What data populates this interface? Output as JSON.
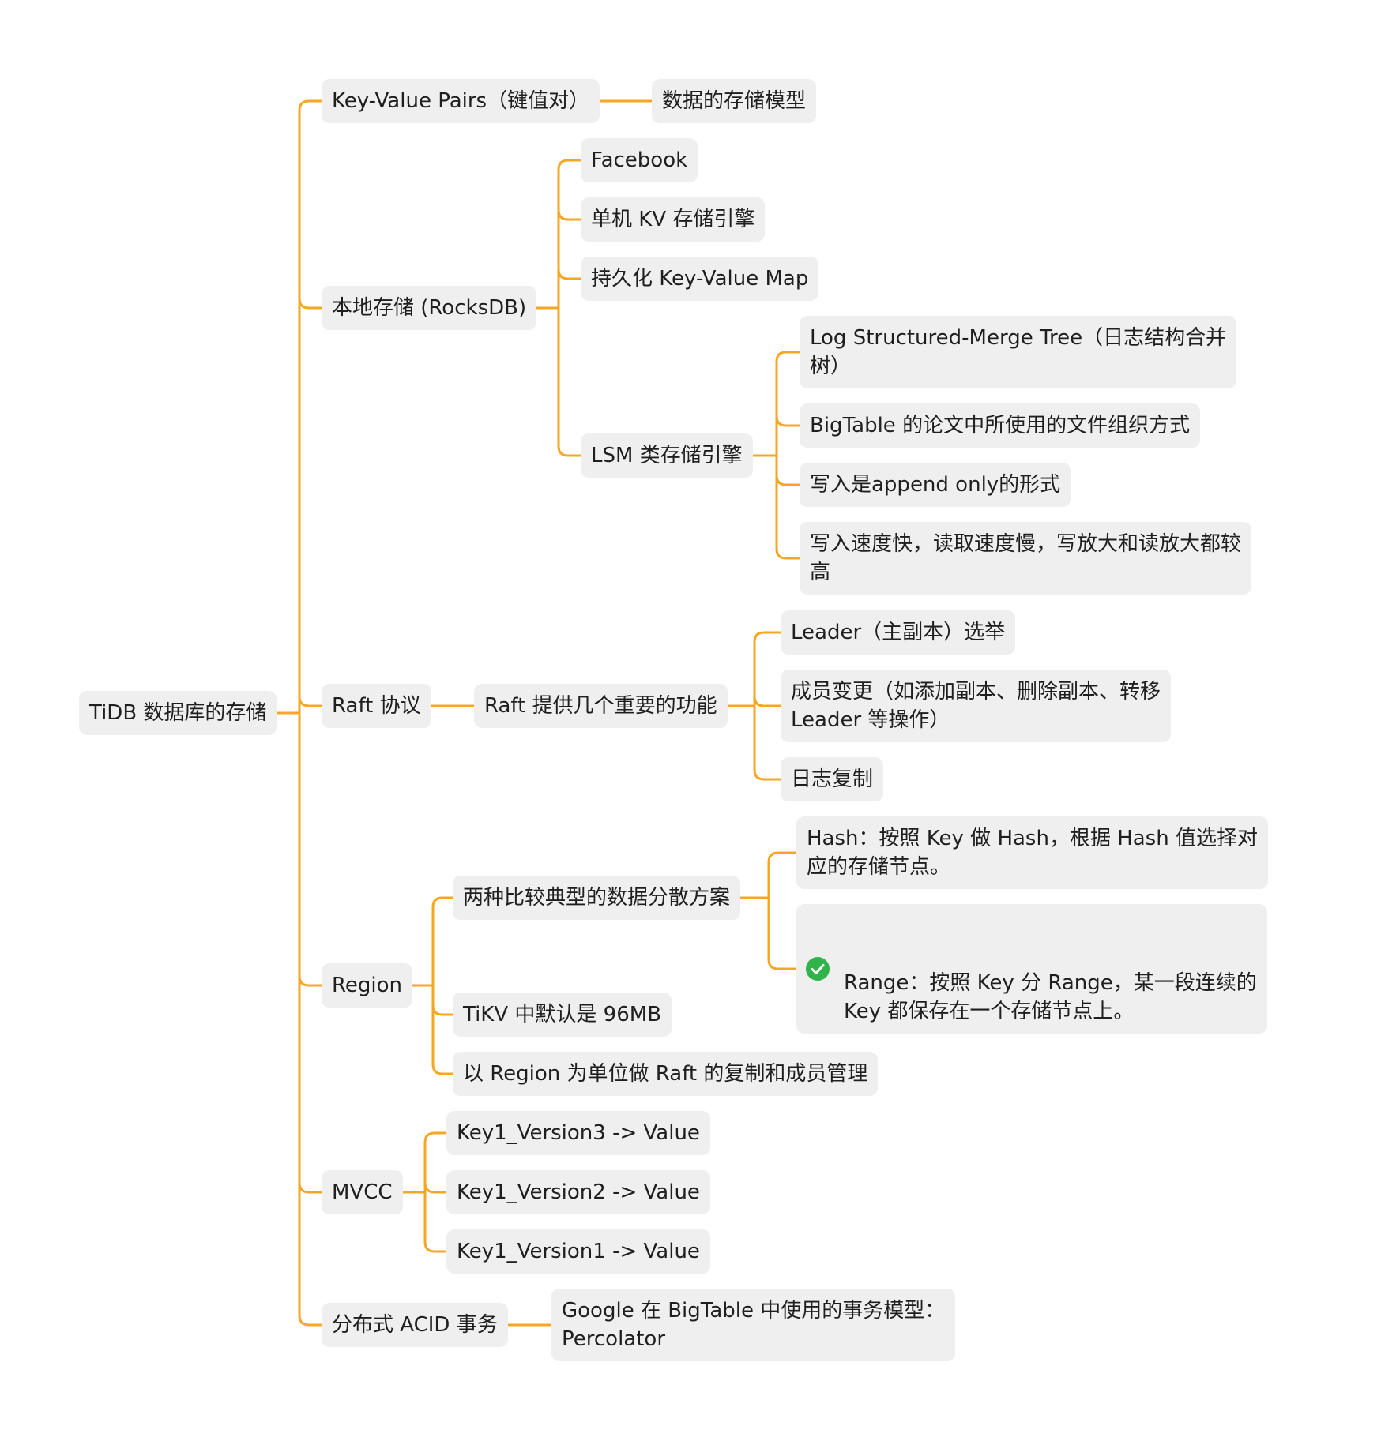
{
  "colors": {
    "link": "#f5a623",
    "node_bg": "#efefef",
    "text": "#1f1f1f",
    "check": "#2fb34a"
  },
  "root": {
    "label": "TiDB 数据库的存储"
  },
  "branches": {
    "kv": {
      "label": "Key-Value Pairs（键值对）",
      "child": "数据的存储模型"
    },
    "rocksdb": {
      "label": "本地存储 (RocksDB)",
      "children": [
        "Facebook",
        "单机 KV 存储引擎",
        "持久化 Key-Value Map"
      ],
      "lsm": {
        "label": "LSM 类存储引擎",
        "children": [
          "Log Structured-Merge Tree（日志结构合并\n树）",
          "BigTable 的论文中所使用的文件组织方式",
          "写入是append only的形式",
          "写入速度快，读取速度慢，写放大和读放大都较\n高"
        ]
      }
    },
    "raft": {
      "label": "Raft 协议",
      "func": {
        "label": "Raft 提供几个重要的功能",
        "children": [
          "Leader（主副本）选举",
          "成员变更（如添加副本、删除副本、转移\nLeader 等操作）",
          "日志复制"
        ]
      }
    },
    "region": {
      "label": "Region",
      "scheme": {
        "label": "两种比较典型的数据分散方案",
        "hash": "Hash：按照 Key 做 Hash，根据 Hash 值选择对\n应的存储节点。",
        "range": "Range：按照 Key 分 Range，某一段连续的\nKey 都保存在一个存储节点上。",
        "range_icon": "check-circle-icon"
      },
      "children": [
        "TiKV 中默认是 96MB",
        "以 Region 为单位做 Raft 的复制和成员管理"
      ]
    },
    "mvcc": {
      "label": "MVCC",
      "children": [
        "Key1_Version3 -> Value",
        "Key1_Version2 -> Value",
        "Key1_Version1 -> Value"
      ]
    },
    "acid": {
      "label": "分布式 ACID 事务",
      "child": "Google 在 BigTable 中使用的事务模型：\nPercolator"
    }
  }
}
